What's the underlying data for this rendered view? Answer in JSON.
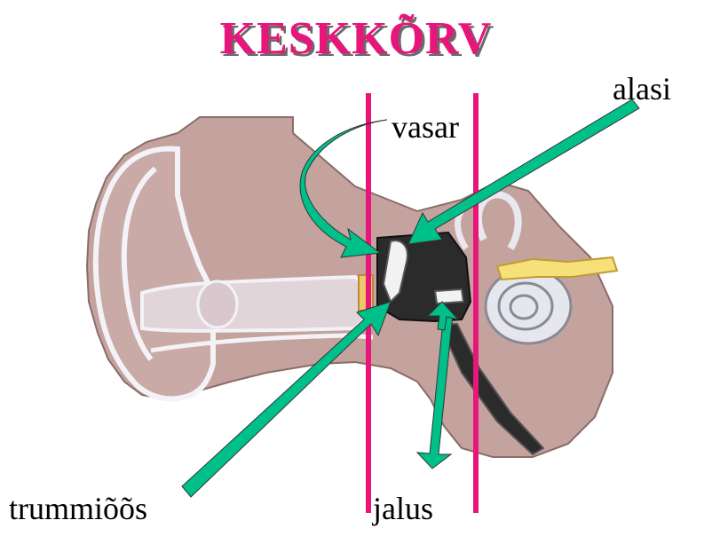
{
  "title": "KESKKÕRV",
  "labels": {
    "vasar": "vasar",
    "alasi": "alasi",
    "trummiooss": "trummiõõs",
    "jalus": "jalus"
  },
  "colors": {
    "title": "#e8157a",
    "arrow": "#00c08a",
    "divider": "#e8157a",
    "ear": "#c4a39f",
    "ear_dark": "#a88683",
    "ear_light": "#f2f2f7",
    "inner": "#e8dfe2"
  }
}
